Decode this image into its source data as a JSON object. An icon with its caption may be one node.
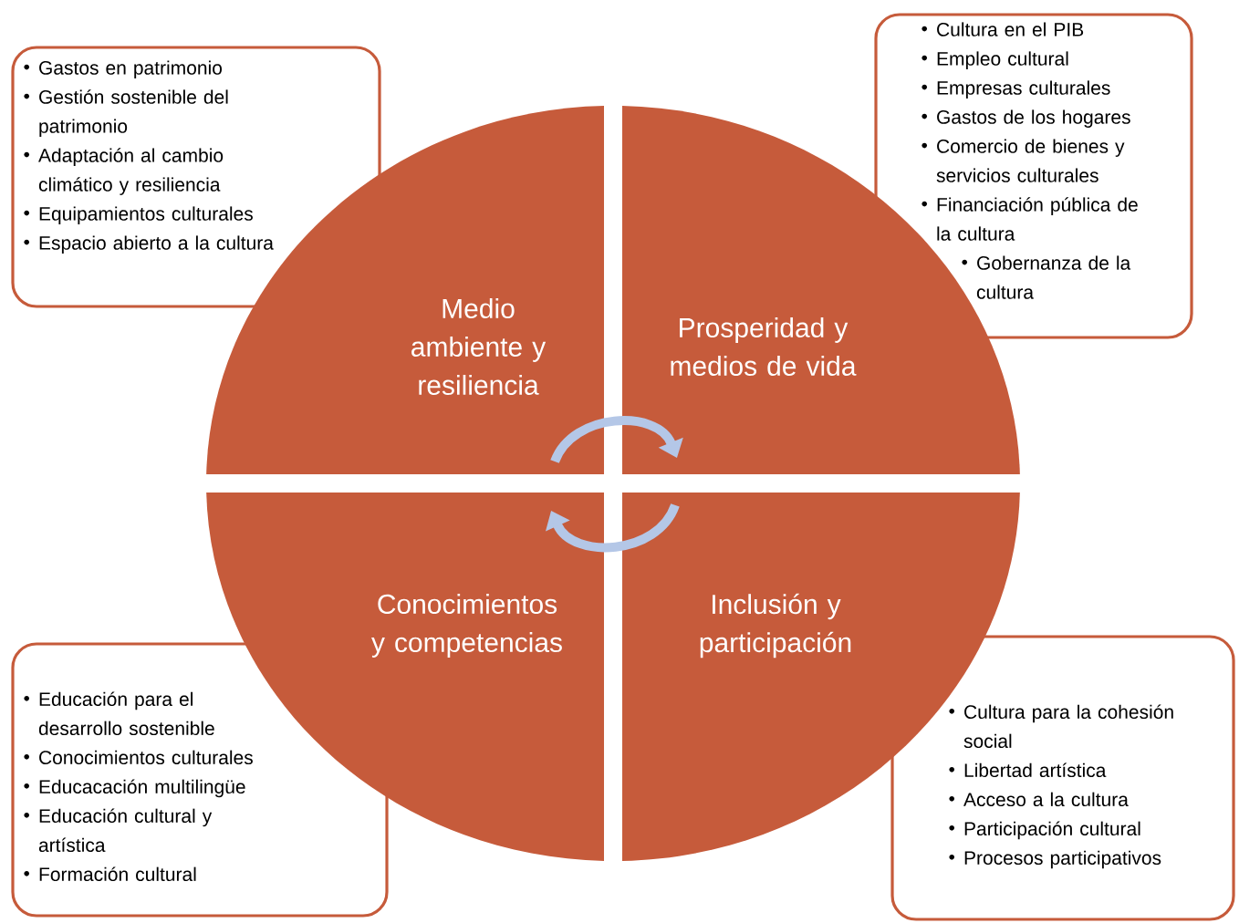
{
  "diagram": {
    "nodes": [
      {
        "text": [
          "Medio ambiente y resiliencia"
        ]
      },
      {
        "text": [
          "Prosperidad y medios de vida"
        ]
      },
      {
        "text": [
          "Conocimientos y competencias"
        ]
      },
      {
        "text": [
          "Inclusión y participación"
        ]
      },
      {
        "text": [
          "Gastos en patrimonio",
          "Gestión sostenible del patrimonio",
          "Adaptación al cambio climático y resiliencia",
          "Equipamientos culturales",
          "Espacio abierto a la cultura"
        ]
      },
      {
        "text": [
          "Cultura en el PIB",
          "Empleo cultural",
          "Empresas culturales",
          "Gastos de los hogares",
          "Comercio de bienes y servicios culturales",
          "Financiación pública de la cultura",
          "Gobernanza de la cultura"
        ]
      },
      {
        "text": [
          "Educación para el desarrollo sostenible",
          "Conocimientos culturales",
          "Educacación multilingüe",
          "Educación cultural y artística",
          "Formación cultural"
        ]
      },
      {
        "text": [
          "Cultura para la cohesión social",
          "Libertad artística",
          "Acceso a la cultura",
          "Participación cultural",
          "Procesos participativos"
        ]
      }
    ],
    "edges": [
      {
        "from": 0,
        "to": 1,
        "arrow": "to"
      },
      {
        "from": 3,
        "to": 2,
        "arrow": "to"
      }
    ]
  }
}
